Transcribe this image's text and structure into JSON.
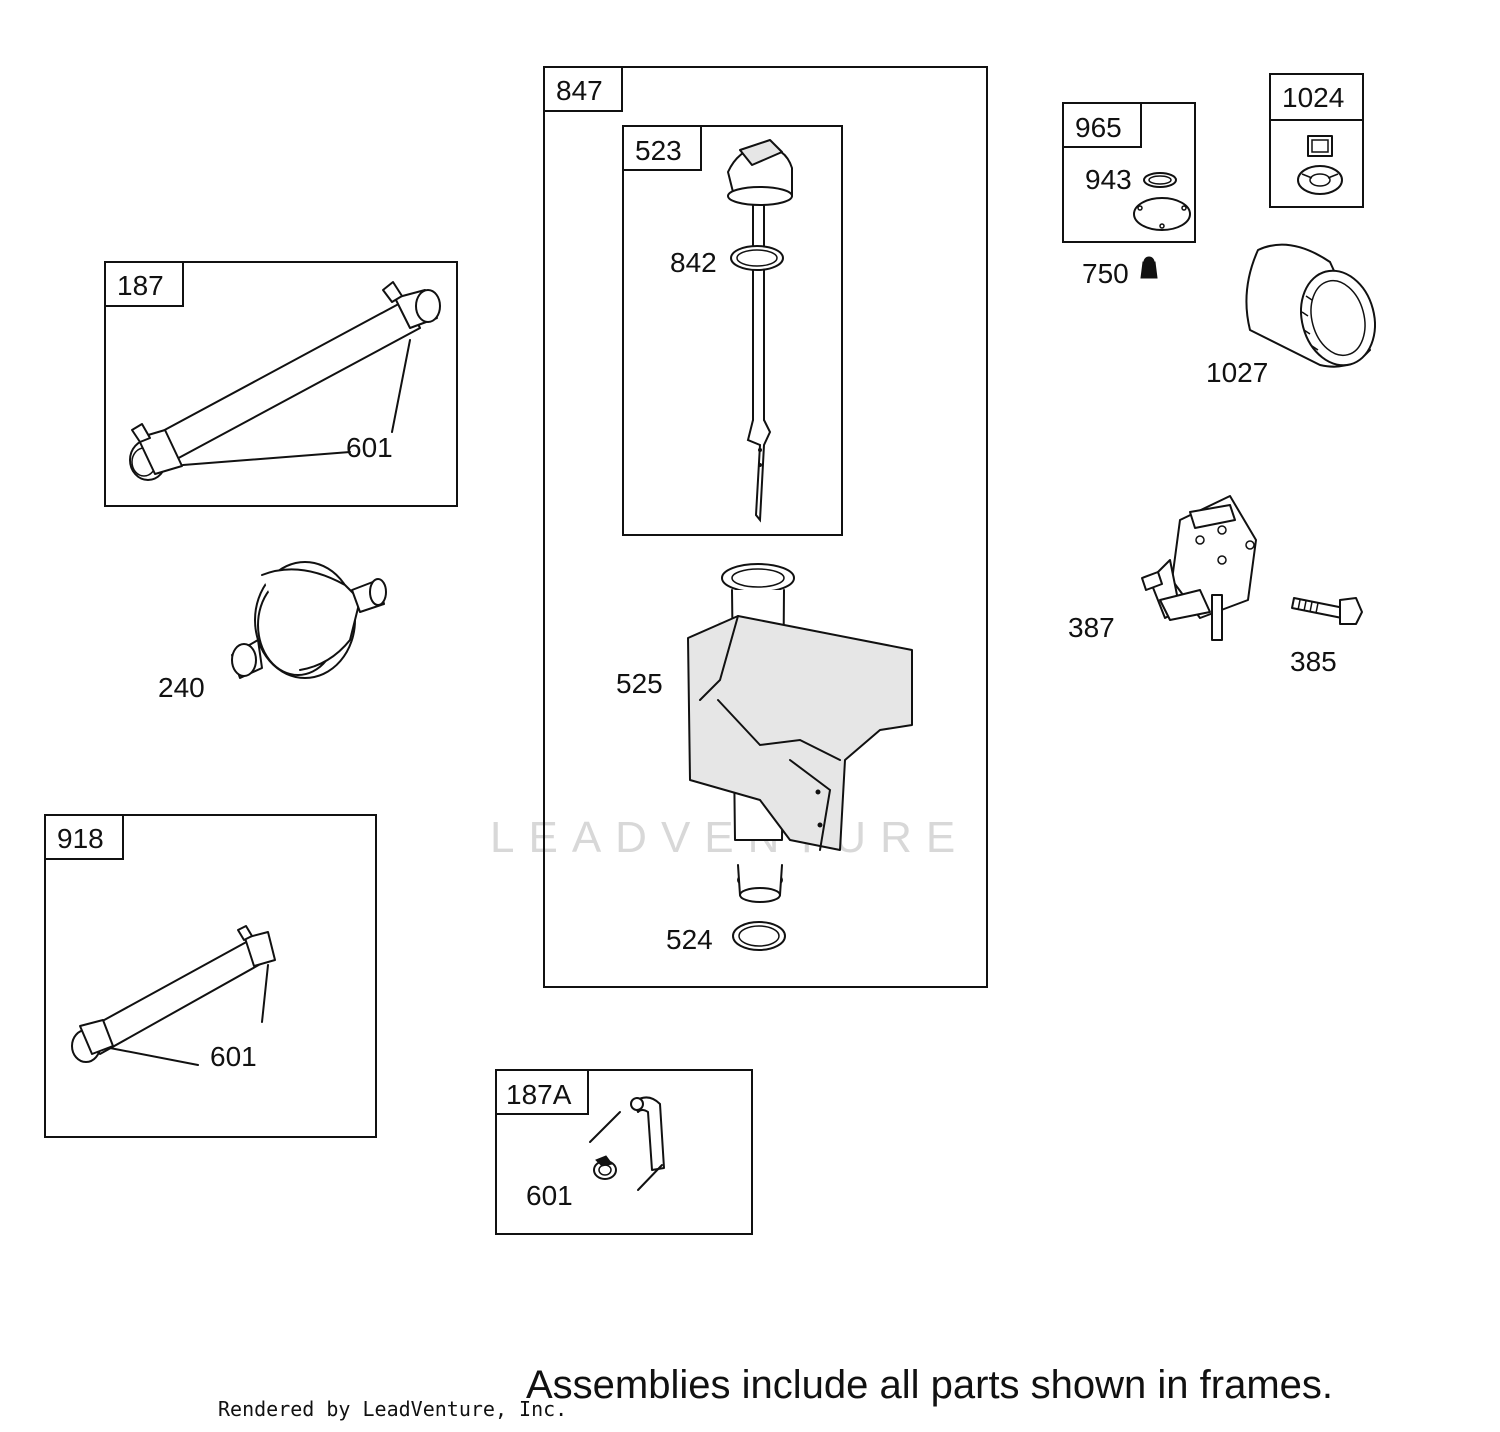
{
  "frames": {
    "f847": "847",
    "f523": "523",
    "f187": "187",
    "f918": "918",
    "f187a": "187A",
    "f965": "965",
    "f1024": "1024"
  },
  "callouts": {
    "p842": "842",
    "p525": "525",
    "p524": "524",
    "p601_a": "601",
    "p601_b": "601",
    "p601_c": "601",
    "p240": "240",
    "p943": "943",
    "p750": "750",
    "p1027": "1027",
    "p387": "387",
    "p385": "385"
  },
  "watermark": "LEADVENTURE",
  "footer": {
    "note": "Assemblies include all parts shown in frames.",
    "credit": "Rendered by LeadVenture, Inc."
  }
}
